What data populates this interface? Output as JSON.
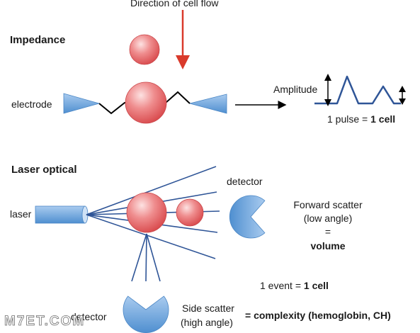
{
  "impedance": {
    "heading": "Impedance",
    "flow_label": "Direction of cell flow",
    "electrode_label": "electrode",
    "amplitude_label": "Amplitude",
    "pulse_prefix": "1 pulse = ",
    "pulse_bold": "1 cell"
  },
  "laser": {
    "heading": "Laser optical",
    "laser_label": "laser",
    "detector_label": "detector",
    "forward_line1": "Forward scatter",
    "forward_line2": "(low angle)",
    "forward_eq": "=",
    "forward_result": "volume",
    "event_prefix": "1 event = ",
    "event_bold": "1 cell",
    "side_detector_label": "detector",
    "side_line1": "Side scatter",
    "side_line2": "(high angle)",
    "side_result": "= complexity (hemoglobin, CH)"
  },
  "watermark": "M7ET.COM",
  "colors": {
    "cell": "#e8696b",
    "electrode": "#5b9bd5",
    "flow_arrow": "#d93a2b",
    "scatter_lines": "#2f5597"
  }
}
